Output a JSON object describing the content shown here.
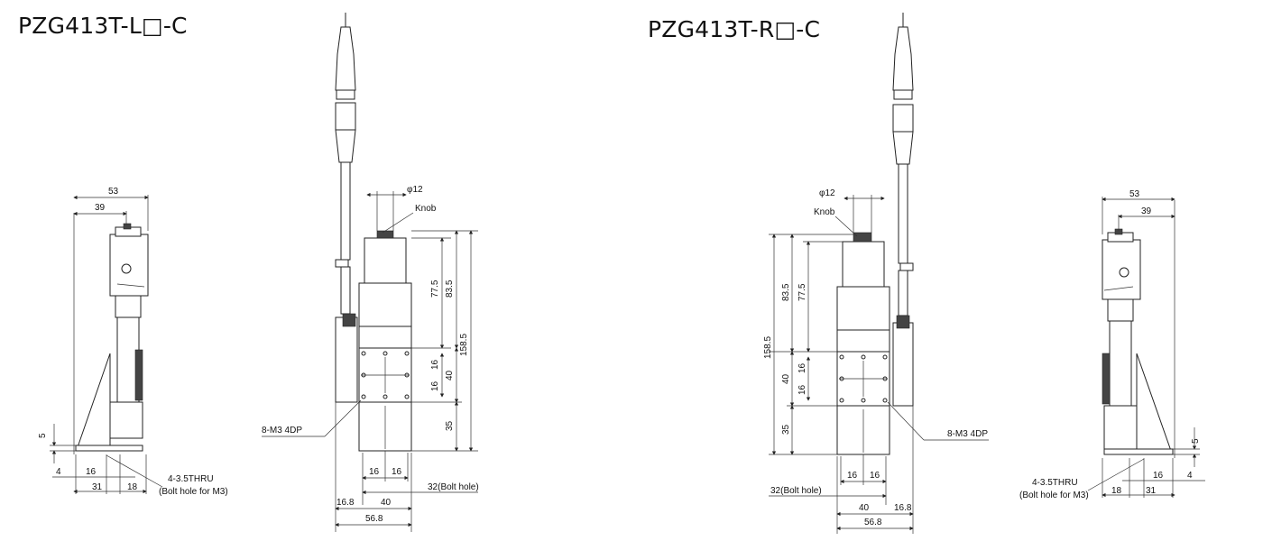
{
  "titles": {
    "left": "PZG413T-L□-C",
    "right": "PZG413T-R□-C"
  },
  "labels": {
    "phi12": "φ12",
    "knob": "Knob",
    "m3": "8-M3 4DP",
    "bolt_hole": "32(Bolt hole)",
    "thru": "4-3.5THRU",
    "thru_note": "(Bolt hole for M3)"
  },
  "dims": {
    "d53": "53",
    "d39": "39",
    "d5": "5",
    "d4": "4",
    "d16": "16",
    "d31": "31",
    "d18": "18",
    "d77_5": "77.5",
    "d83_5": "83.5",
    "d158_5": "158.5",
    "d40": "40",
    "d35": "35",
    "d16_8": "16.8",
    "d56_8": "56.8"
  }
}
